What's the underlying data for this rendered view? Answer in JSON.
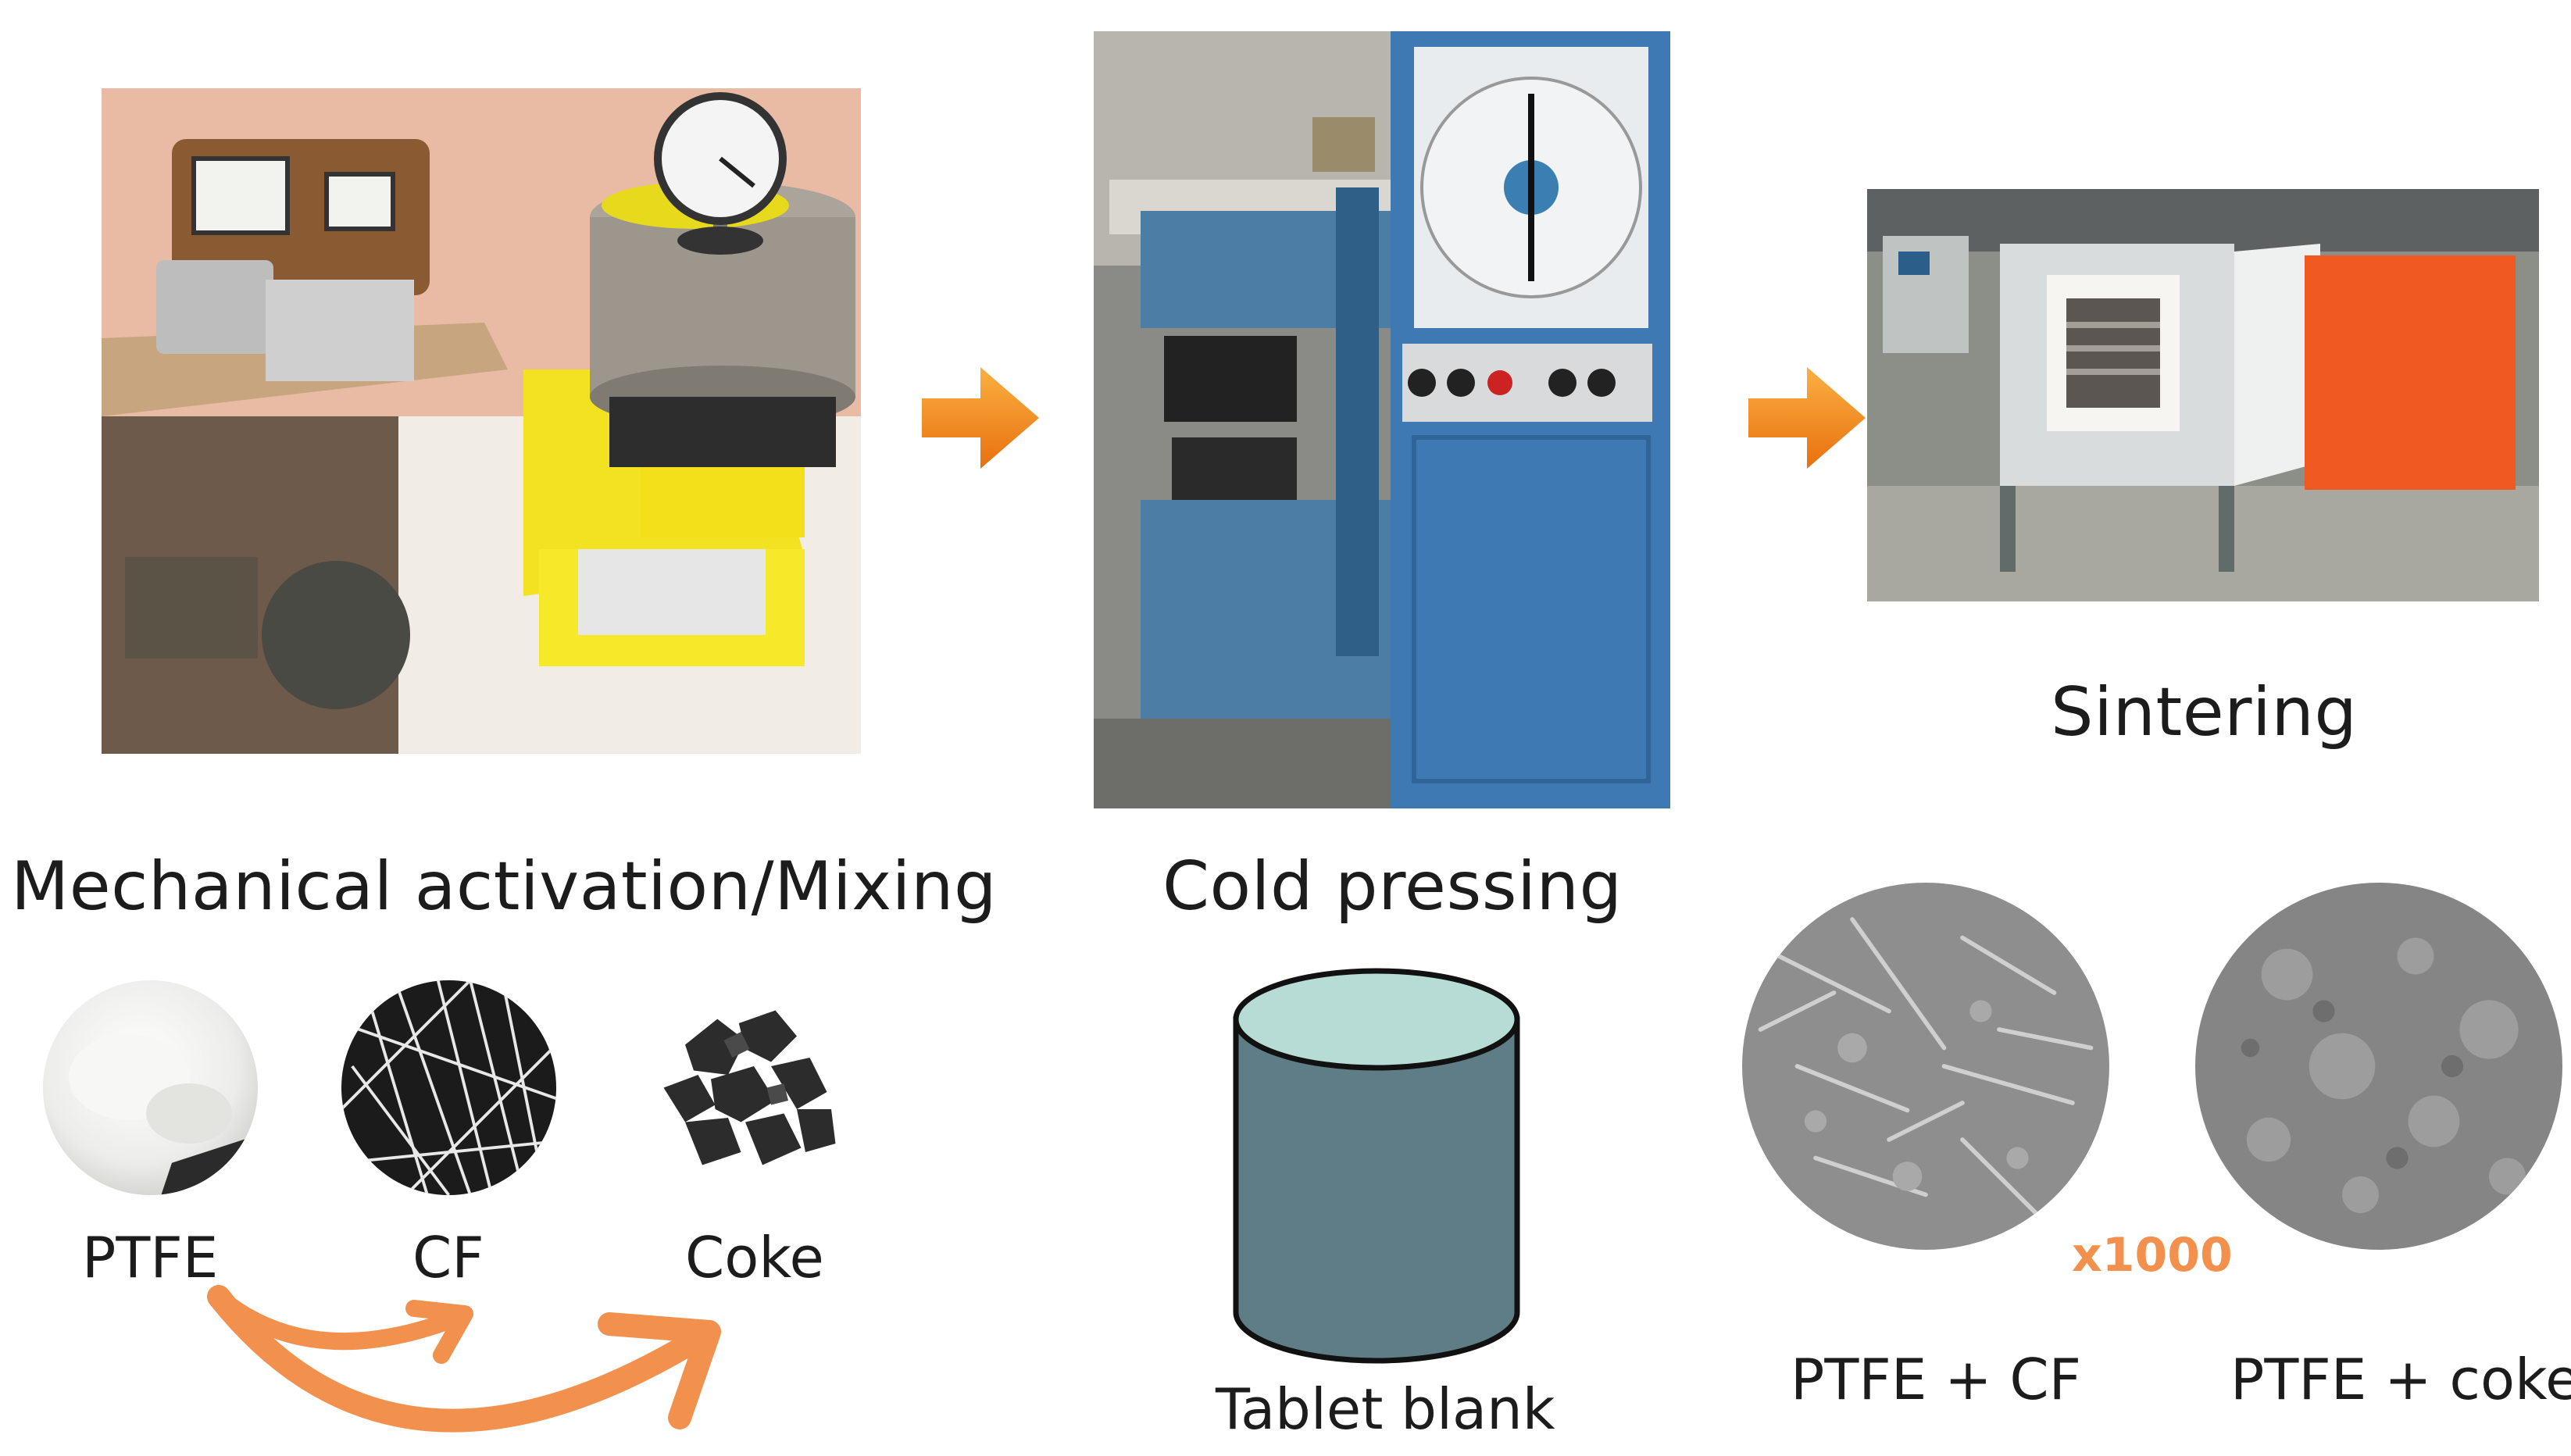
{
  "stages": {
    "mixing": {
      "title": "Mechanical activation/Mixing"
    },
    "pressing": {
      "title": "Cold pressing"
    },
    "sintering": {
      "title": "Sintering"
    }
  },
  "materials": [
    {
      "label": "PTFE"
    },
    {
      "label": "CF"
    },
    {
      "label": "Coke"
    }
  ],
  "tablet": {
    "label": "Tablet blank",
    "body_color": "#5f7d86",
    "top_color": "#b7dcd6"
  },
  "micrographs": [
    {
      "label": "PTFE + CF"
    },
    {
      "label": "PTFE + coke"
    }
  ],
  "magnification": "x1000",
  "colors": {
    "arrow": "#f08a1c",
    "curve": "#f2904d",
    "magnification": "#f2904d"
  },
  "icons": [
    "process-arrow-icon",
    "mixing-curve-arrow-icon"
  ]
}
